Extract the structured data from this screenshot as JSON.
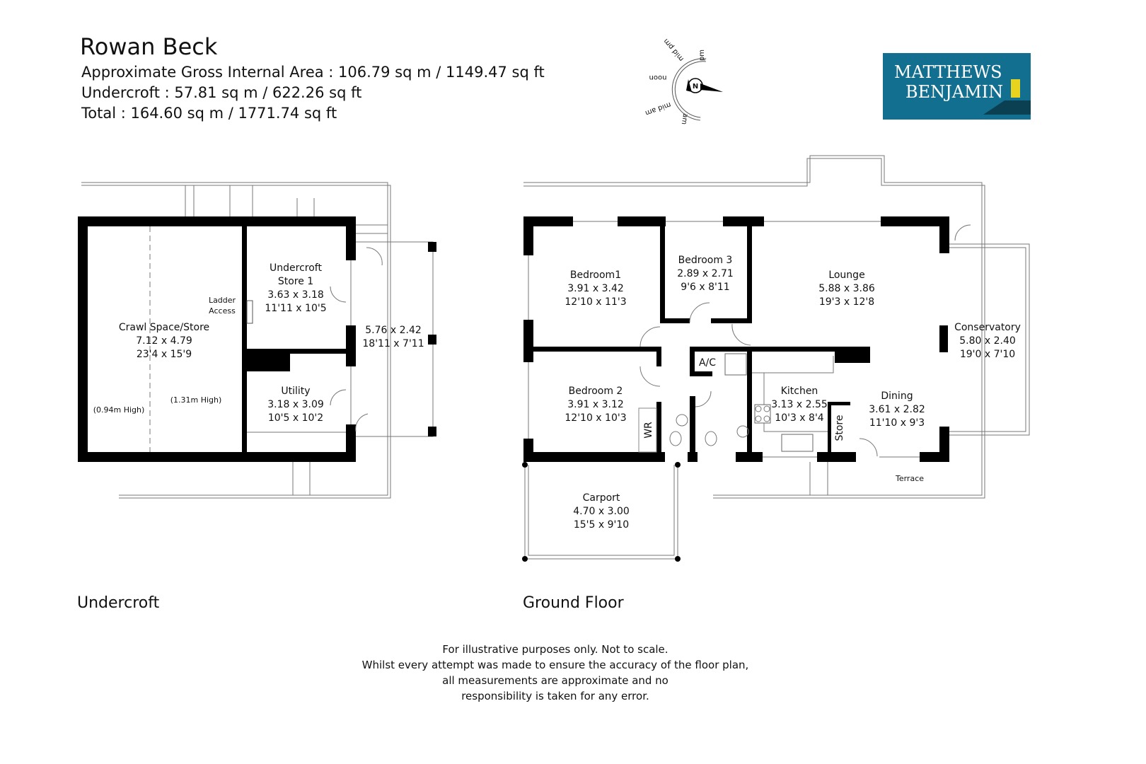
{
  "header": {
    "title": "Rowan Beck",
    "lines": [
      "Approximate Gross Internal Area : 106.79 sq m / 1149.47 sq ft",
      "Undercroft : 57.81 sq m / 622.26 sq ft",
      "Total : 164.60 sq m / 1771.74 sq ft"
    ]
  },
  "compass": {
    "north": "N",
    "noon": "noon",
    "mid_pm": "mid pm",
    "pm": "pm",
    "mid_am": "mid am",
    "am": "am"
  },
  "logo": {
    "line1": "MATTHEWS",
    "line2": "BENJAMIN",
    "bg": "#136f8f",
    "accent": "#e8d31f"
  },
  "undercroft": {
    "label": "Undercroft",
    "crawl": {
      "name": "Crawl Space/Store",
      "metric": "7.12 x 4.79",
      "imperial": "23'4 x 15'9",
      "note_low": "(0.94m High)",
      "note_high": "(1.31m High)"
    },
    "ladder": [
      "Ladder",
      "Access"
    ],
    "store1": {
      "name1": "Undercroft",
      "name2": "Store 1",
      "metric": "3.63 x 3.18",
      "imperial": "11'11 x 10'5"
    },
    "utility": {
      "name": "Utility",
      "metric": "3.18 x 3.09",
      "imperial": "10'5 x 10'2"
    },
    "passage": {
      "metric": "5.76 x 2.42",
      "imperial": "18'11 x 7'11"
    }
  },
  "ground_floor": {
    "label": "Ground Floor",
    "bedroom1": {
      "name": "Bedroom1",
      "metric": "3.91 x 3.42",
      "imperial": "12'10 x 11'3"
    },
    "bedroom3": {
      "name": "Bedroom 3",
      "metric": "2.89 x 2.71",
      "imperial": "9'6 x 8'11"
    },
    "lounge": {
      "name": "Lounge",
      "metric": "5.88 x 3.86",
      "imperial": "19'3 x 12'8"
    },
    "conservatory": {
      "name": "Conservatory",
      "metric": "5.80 x 2.40",
      "imperial": "19'0 x 7'10"
    },
    "bedroom2": {
      "name": "Bedroom 2",
      "metric": "3.91 x 3.12",
      "imperial": "12'10 x 10'3"
    },
    "kitchen": {
      "name": "Kitchen",
      "metric": "3.13 x 2.55",
      "imperial": "10'3 x 8'4"
    },
    "dining": {
      "name": "Dining",
      "metric": "3.61 x 2.82",
      "imperial": "11'10 x 9'3"
    },
    "carport": {
      "name": "Carport",
      "metric": "4.70 x 3.00",
      "imperial": "15'5 x 9'10"
    },
    "ac": "A/C",
    "wr": "WR",
    "store": "Store",
    "terrace": "Terrace"
  },
  "disclaimer": [
    "For illustrative purposes only. Not to scale.",
    "Whilst every attempt was made to ensure the accuracy of the floor plan,",
    "all measurements are approximate and no",
    "responsibility is taken for any error."
  ]
}
